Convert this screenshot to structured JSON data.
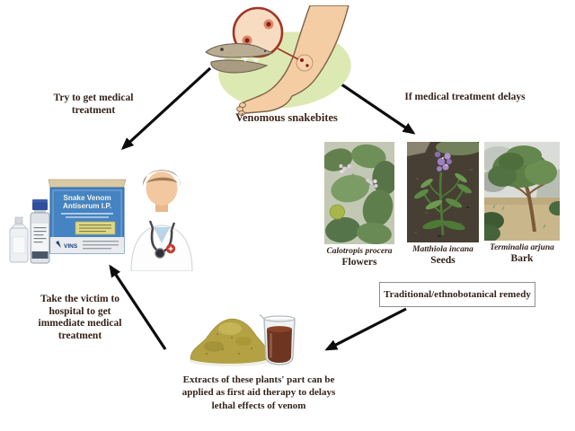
{
  "figure": {
    "snakebite": {
      "caption": "Venomous snakebites"
    },
    "branches": {
      "left_label_lines": [
        "Try to get medical",
        "treatment"
      ],
      "right_label": "If medical treatment delays"
    },
    "treatment": {
      "antiserum_box_lines": [
        "Snake Venom",
        "Antiserum I.P."
      ],
      "antiserum_brand": "VINS"
    },
    "hospital_note_lines": [
      "Take the victim to",
      "hospital to get",
      "immediate medical",
      "treatment"
    ],
    "plants": [
      {
        "species": "Calotropis procera",
        "part": "Flowers"
      },
      {
        "species": "Matthiola incana",
        "part": "Seeds"
      },
      {
        "species": "Terminalia arjuna",
        "part": "Bark"
      }
    ],
    "remedy_box_label": "Traditional/ethnobotanical remedy",
    "extracts_note_lines": [
      "Extracts of these plants' part can be",
      "applied as first aid therapy to delays",
      "lethal effects of venom"
    ]
  },
  "illustrations": [
    "snakebitten-leg-with-snake-head-and-magnified-bite",
    "doctor",
    "snake-venom-antiserum-kit-with-vials",
    "plant-powder-pile",
    "extract-beaker",
    "calotropis-procera-photo",
    "matthiola-incana-photo",
    "terminalia-arjuna-photo"
  ],
  "colors": {
    "text": "#34231a",
    "caption_red_brown": "#41261a",
    "arrow": "#0d0d0d",
    "leg_skin": "#f4cda4",
    "background_blob_green": "#dde9b2",
    "magnifier_ring": "#a03526",
    "bite_dot": "#8c1d12",
    "snake_grey_tan": "#b9ac93",
    "antiserum_box_blue": "#4583c2",
    "box_flap_beige": "#d9c9a4",
    "vial_cap_blue": "#2f4f9c",
    "powder_khaki": "#b3a144",
    "extract_liquid_brown": "#6e3520",
    "doctor_hair_brown": "#8a6245",
    "doctor_shirt_blue": "#b7d7ef",
    "leaf_green": "#5f804d",
    "flower_purple": "#9c7fc2",
    "soil_dark": "#473f33",
    "sky_grey": "#dadcd7",
    "remedy_box_border": "#8f8f8f"
  }
}
